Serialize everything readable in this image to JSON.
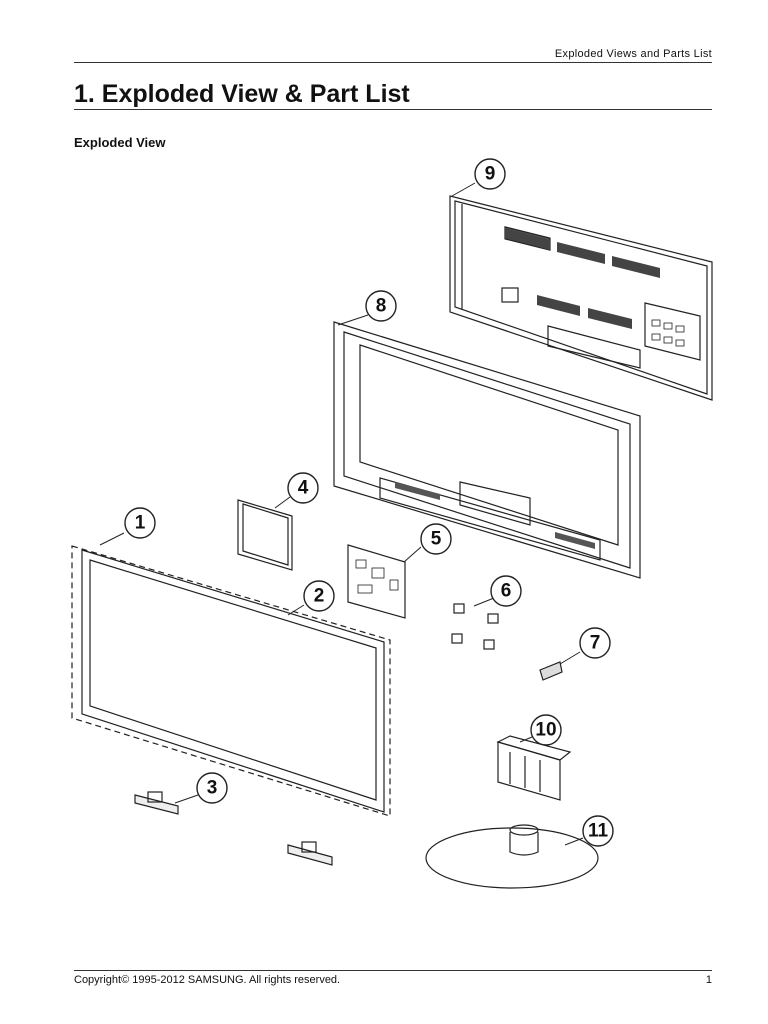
{
  "header": {
    "running_title": "Exploded Views and Parts List"
  },
  "title": "1.  Exploded View & Part List",
  "section_heading": "Exploded View",
  "callouts": [
    "1",
    "2",
    "3",
    "4",
    "5",
    "6",
    "7",
    "8",
    "9",
    "10",
    "11"
  ],
  "footer": {
    "copyright": "Copyright© 1995-2012 SAMSUNG. All rights reserved.",
    "page_number": "1"
  }
}
